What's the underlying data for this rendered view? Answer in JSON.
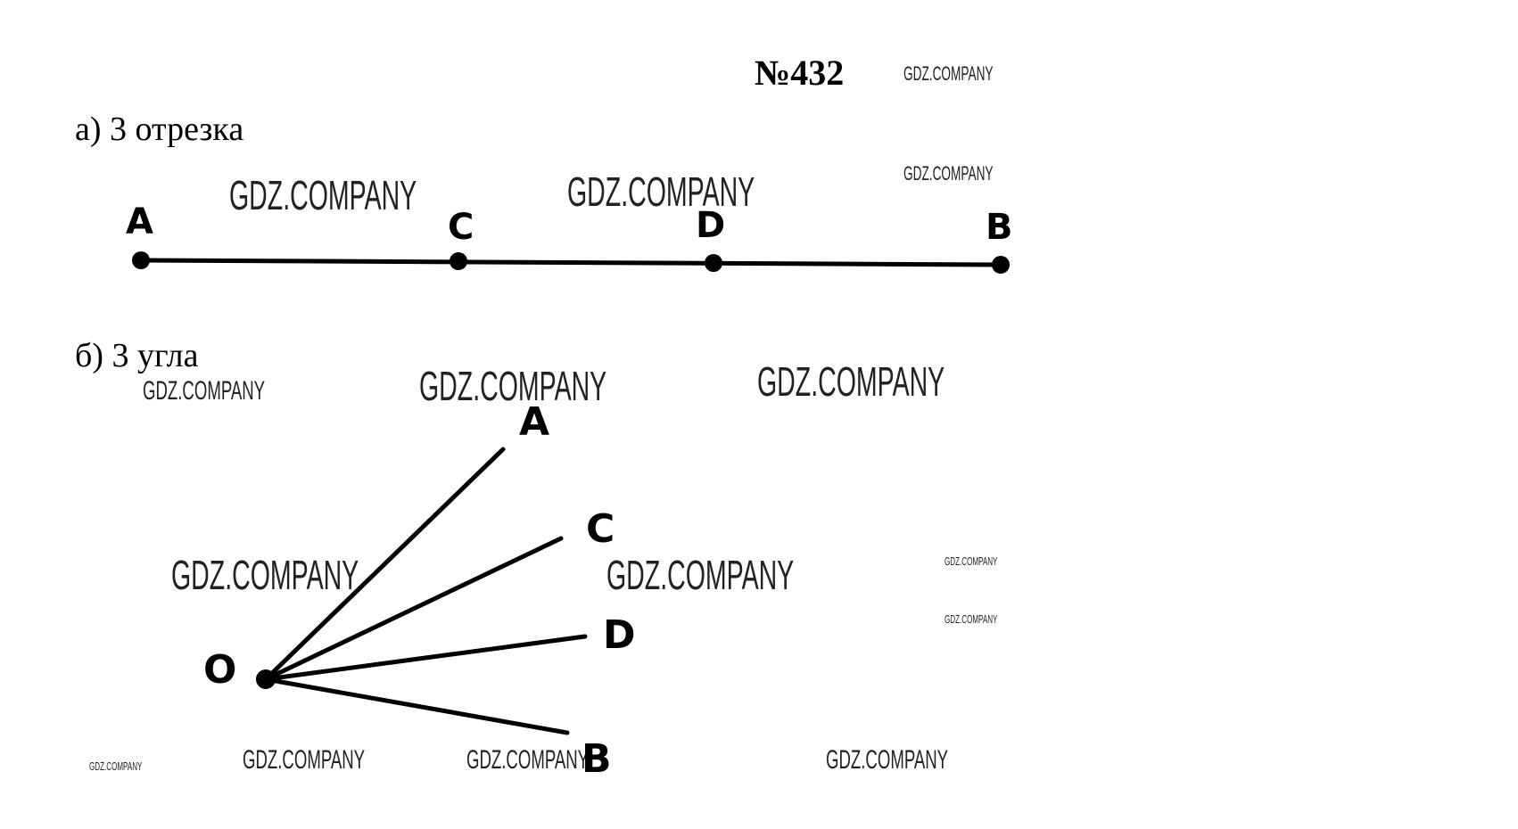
{
  "header": {
    "problem_number": "№432",
    "watermark_text": "GDZ.COMPANY"
  },
  "part_a": {
    "label": "а) 3 отрезка",
    "points": [
      "A",
      "C",
      "D",
      "B"
    ]
  },
  "part_b": {
    "label": "б) 3 угла",
    "vertex": "O",
    "rays": [
      "A",
      "C",
      "D",
      "B"
    ]
  },
  "colors": {
    "ink": "#000000",
    "background": "#ffffff"
  }
}
